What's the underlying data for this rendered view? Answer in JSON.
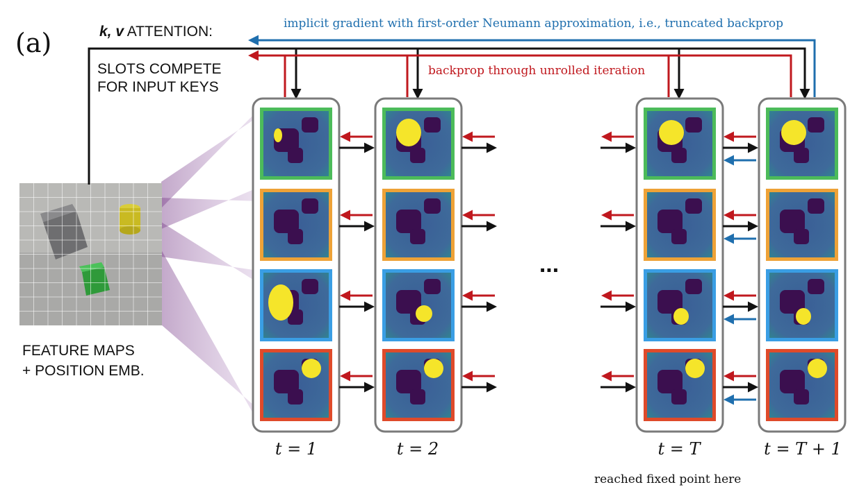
{
  "panel_label": "(a)",
  "attention": {
    "title_kv": "k, v",
    "title_rest": " ATTENTION:",
    "line1": "SLOTS COMPETE",
    "line2": "FOR INPUT KEYS"
  },
  "feature_maps": {
    "line1": "FEATURE MAPS",
    "line2": "+ POSITION EMB."
  },
  "arrows": {
    "implicit_gradient": "implicit gradient with first-order Neumann approximation, i.e., truncated backprop",
    "unrolled_backprop": "backprop through unrolled iteration"
  },
  "ellipsis": "...",
  "time_labels": [
    "t = 1",
    "t = 2",
    "t = T",
    "t = T + 1"
  ],
  "fixed_point_note": "reached fixed point here",
  "colors": {
    "black": "#111111",
    "red_backprop": "#c0181e",
    "blue_implicit": "#1f6fae",
    "slot_green": "#4cbb5a",
    "slot_orange": "#eea237",
    "slot_blue": "#3a9ee4",
    "slot_red": "#df4a2a",
    "mask_bg": "#3d5f98",
    "mask_object": "#3b0f4f",
    "mask_active": "#f5e52a",
    "cone_purple": "#7a3f8a"
  },
  "slot_colors": [
    "slot_green",
    "slot_orange",
    "slot_blue",
    "slot_red"
  ]
}
